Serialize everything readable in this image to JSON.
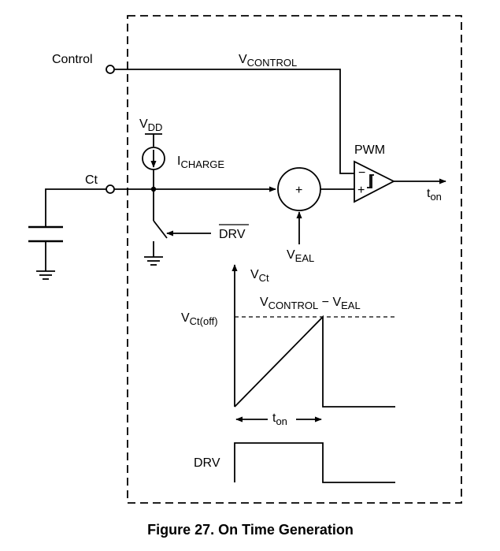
{
  "labels": {
    "control": "Control",
    "vcontrol_main": "V",
    "vcontrol_sub": "CONTROL",
    "pwm": "PWM",
    "vdd_main": "V",
    "vdd_sub": "DD",
    "icharge_main": "I",
    "icharge_sub": "CHARGE",
    "ct": "Ct",
    "drv_bar": "DRV",
    "veal_main": "V",
    "veal_sub": "EAL",
    "ton_main": "t",
    "ton_sub": "on",
    "summer_plus": "+",
    "comp_minus": "−",
    "comp_plus": "+"
  },
  "waveform": {
    "vct_main": "V",
    "vct_sub": "Ct",
    "vctoff_main": "V",
    "vctoff_sub": "Ct(off)",
    "thresh_main1": "V",
    "thresh_sub1": "CONTROL",
    "thresh_minus": " − V",
    "thresh_sub2": "EAL",
    "ton_main": "t",
    "ton_sub": "on",
    "drv": "DRV"
  },
  "caption": "Figure 27. On Time Generation"
}
